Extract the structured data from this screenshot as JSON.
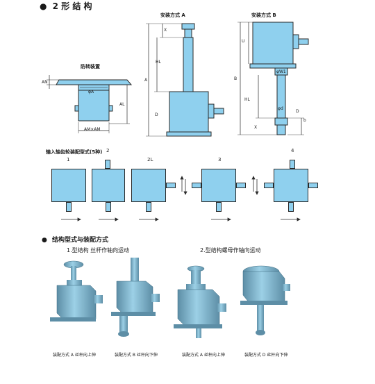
{
  "section_title": {
    "bullet": "●",
    "text": "2 形 结 构"
  },
  "top_diagrams": {
    "anti_rotation": {
      "title": "防转装置",
      "labels": {
        "an": "AN",
        "phi_a": "φA",
        "al": "AL",
        "am": "AM×AM"
      }
    },
    "mount_a": {
      "title": "安装方式 A",
      "labels": {
        "x": "X",
        "hl": "HL",
        "a": "A",
        "d": "D"
      }
    },
    "mount_b": {
      "title": "安装方式 B",
      "labels": {
        "u": "U",
        "b": "B",
        "phi_w1": "φW1",
        "hl": "HL",
        "phi_d": "φd",
        "d": "D",
        "b_small": "b",
        "x": "X"
      }
    }
  },
  "input_section": {
    "title": "输入轴齿轮装配型式(5种)",
    "items": [
      {
        "label": "1"
      },
      {
        "label": "2"
      },
      {
        "label": "2L"
      },
      {
        "label": "3"
      },
      {
        "label": "4"
      }
    ]
  },
  "structure_section": {
    "bullet": "●",
    "title": "结构型式与装配方式",
    "type1_caption": "1.型结构  丝杆作轴向运动",
    "type2_caption": "2.型结构螺母作轴向运动",
    "photos": [
      {
        "caption": "装配方式 A  丝杆向上伸"
      },
      {
        "caption": "装配方式 B  丝杆向下伸"
      },
      {
        "caption": "装配方式 A  丝杆向上伸"
      },
      {
        "caption": "装配方式 D  丝杆向下伸"
      }
    ]
  },
  "colors": {
    "part_fill": "#8fd0ee",
    "outline": "#2a2a2a",
    "photo_body": "#7fb6cf",
    "photo_shadow": "#5d8ea6"
  }
}
